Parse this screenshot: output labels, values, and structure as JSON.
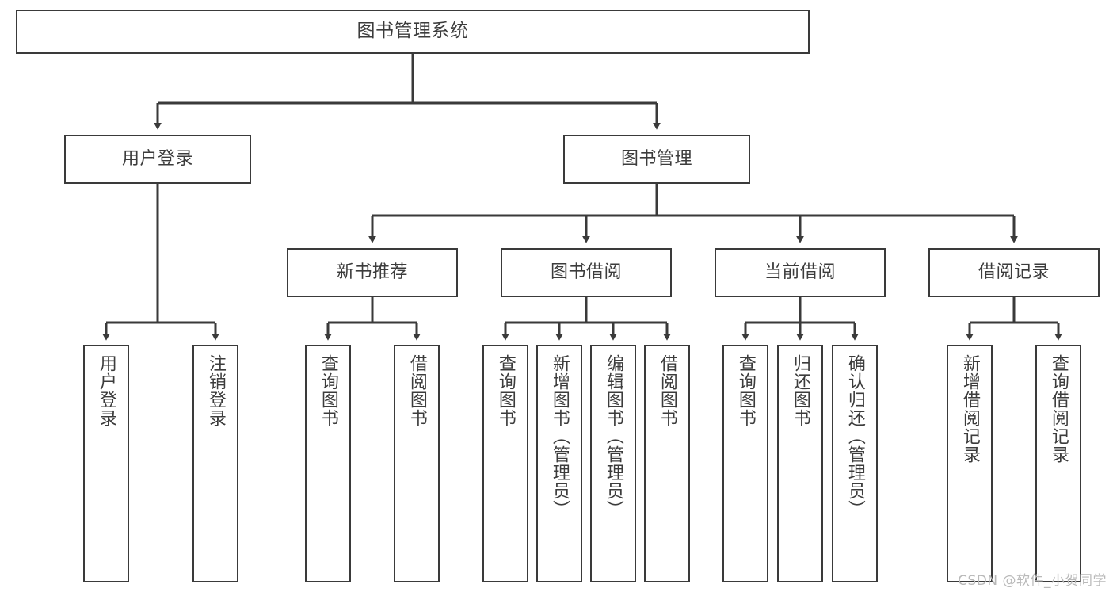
{
  "diagram": {
    "type": "tree-hierarchy",
    "title": "图书管理系统",
    "orientation": "top-down",
    "colors": {
      "box_border": "#3a3a3a",
      "box_fill": "#ffffff",
      "text": "#3c3c3c",
      "connector": "#3a3a3a",
      "watermark": "#b9b9b9",
      "background": "#ffffff"
    },
    "root": {
      "label": "图书管理系统"
    },
    "level1": [
      {
        "label": "用户登录"
      },
      {
        "label": "图书管理"
      }
    ],
    "level2": [
      {
        "label": "新书推荐"
      },
      {
        "label": "图书借阅"
      },
      {
        "label": "当前借阅"
      },
      {
        "label": "借阅记录"
      }
    ],
    "leaves": [
      {
        "label": "用户登录",
        "parent": "用户登录"
      },
      {
        "label": "注销登录",
        "parent": "用户登录"
      },
      {
        "label": "查询图书",
        "parent": "新书推荐"
      },
      {
        "label": "借阅图书",
        "parent": "新书推荐"
      },
      {
        "label": "查询图书",
        "parent": "图书借阅"
      },
      {
        "label": "新增图书（管理员）",
        "parent": "图书借阅"
      },
      {
        "label": "编辑图书（管理员）",
        "parent": "图书借阅"
      },
      {
        "label": "借阅图书",
        "parent": "图书借阅"
      },
      {
        "label": "查询图书",
        "parent": "当前借阅"
      },
      {
        "label": "归还图书",
        "parent": "当前借阅"
      },
      {
        "label": "确认归还（管理员）",
        "parent": "当前借阅"
      },
      {
        "label": "新增借阅记录",
        "parent": "借阅记录"
      },
      {
        "label": "查询借阅记录",
        "parent": "借阅记录"
      }
    ],
    "watermark": "CSDN @软件_小贺同学"
  }
}
